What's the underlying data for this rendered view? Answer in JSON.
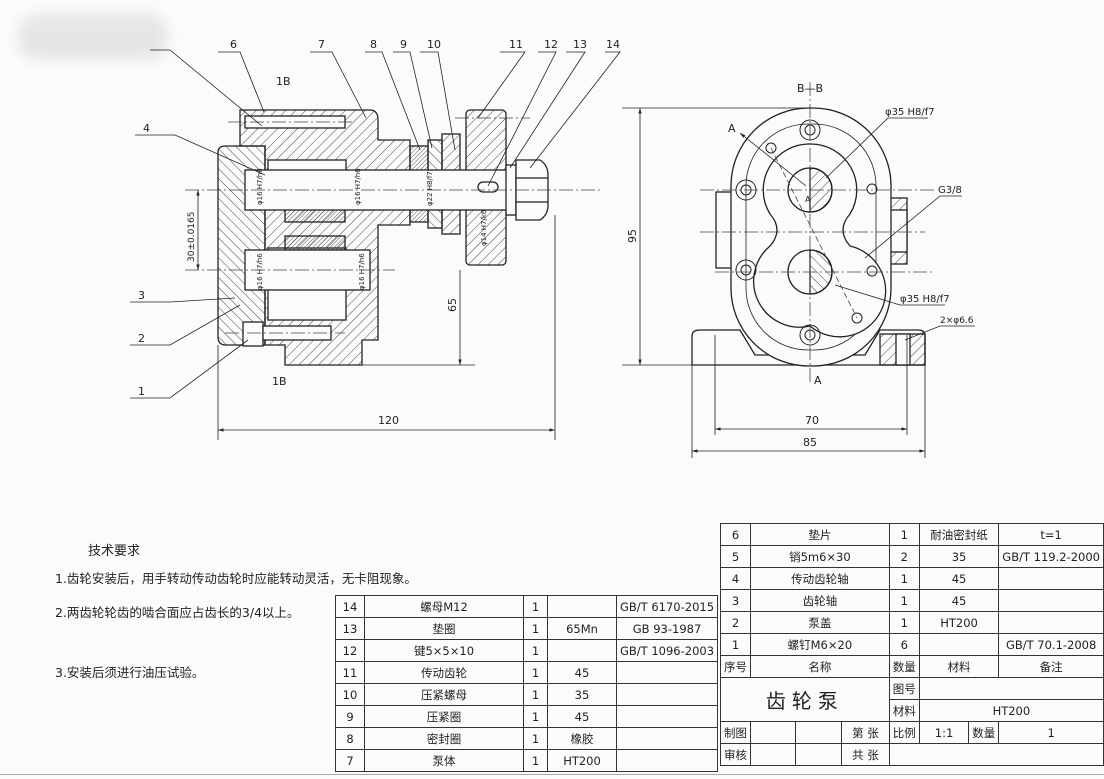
{
  "balloons": {
    "b1": "1",
    "b2": "2",
    "b3": "3",
    "b4": "4",
    "b6": "6",
    "b7": "7",
    "b8": "8",
    "b9": "9",
    "b10": "10",
    "b11": "11",
    "b12": "12",
    "b13": "13",
    "b14": "14"
  },
  "section_marks": {
    "top": "1B",
    "bottom": "1B",
    "view_title": "B—B",
    "a_top": "A",
    "a_center": "A",
    "a_bottom": "A"
  },
  "dimensions": {
    "length_120": "120",
    "center_distance": "30±0.0165",
    "height_65": "65",
    "height_95": "95",
    "width_70": "70",
    "width_85": "85",
    "fit_top": "φ35 H8/f7",
    "fit_bottom": "φ35 H8/f7",
    "port": "G3/8",
    "holes": "2×φ6.6",
    "fit_16a": "φ16 H7/h6",
    "fit_16b": "φ16 H7/h6",
    "fit_16c": "φ16 H7/h6",
    "fit_16d": "φ16 H7/h6",
    "fit_22": "φ22 H8/f7",
    "fit_14": "φ14 H7/k6"
  },
  "tech_requirements": {
    "title": "技术要求",
    "items": [
      "1.齿轮安装后，用手转动传动齿轮时应能转动灵活，无卡阻现象。",
      "2.两齿轮轮齿的啮合面应占齿长的3/4以上。",
      "3.安装后须进行油压试验。"
    ]
  },
  "parts_left": [
    {
      "no": "14",
      "name": "螺母M12",
      "qty": "1",
      "material": "",
      "note": "GB/T 6170-2015"
    },
    {
      "no": "13",
      "name": "垫圈",
      "qty": "1",
      "material": "65Mn",
      "note": "GB 93-1987"
    },
    {
      "no": "12",
      "name": "键5×5×10",
      "qty": "1",
      "material": "",
      "note": "GB/T 1096-2003"
    },
    {
      "no": "11",
      "name": "传动齿轮",
      "qty": "1",
      "material": "45",
      "note": ""
    },
    {
      "no": "10",
      "name": "压紧螺母",
      "qty": "1",
      "material": "35",
      "note": ""
    },
    {
      "no": "9",
      "name": "压紧圈",
      "qty": "1",
      "material": "45",
      "note": ""
    },
    {
      "no": "8",
      "name": "密封圈",
      "qty": "1",
      "material": "橡胶",
      "note": ""
    },
    {
      "no": "7",
      "name": "泵体",
      "qty": "1",
      "material": "HT200",
      "note": ""
    }
  ],
  "parts_right": [
    {
      "no": "6",
      "name": "垫片",
      "qty": "1",
      "material": "耐油密封纸",
      "note": "t=1"
    },
    {
      "no": "5",
      "name": "销5m6×30",
      "qty": "2",
      "material": "35",
      "note": "GB/T 119.2-2000"
    },
    {
      "no": "4",
      "name": "传动齿轮轴",
      "qty": "1",
      "material": "45",
      "note": ""
    },
    {
      "no": "3",
      "name": "齿轮轴",
      "qty": "1",
      "material": "45",
      "note": ""
    },
    {
      "no": "2",
      "name": "泵盖",
      "qty": "1",
      "material": "HT200",
      "note": ""
    },
    {
      "no": "1",
      "name": "螺钉M6×20",
      "qty": "6",
      "material": "",
      "note": "GB/T 70.1-2008"
    }
  ],
  "header_row": {
    "no": "序号",
    "name": "名称",
    "qty": "数量",
    "material": "材料",
    "note": "备注"
  },
  "title_block": {
    "name": "齿轮泵",
    "drawing_no_label": "图号",
    "material_label": "材料",
    "material": "HT200",
    "scale_label": "比例",
    "scale": "1:1",
    "qty_label": "数量",
    "qty": "1",
    "drawn_label": "制图",
    "checked_label": "审核",
    "sheet_label": "第 张",
    "total_label": "共 张"
  }
}
